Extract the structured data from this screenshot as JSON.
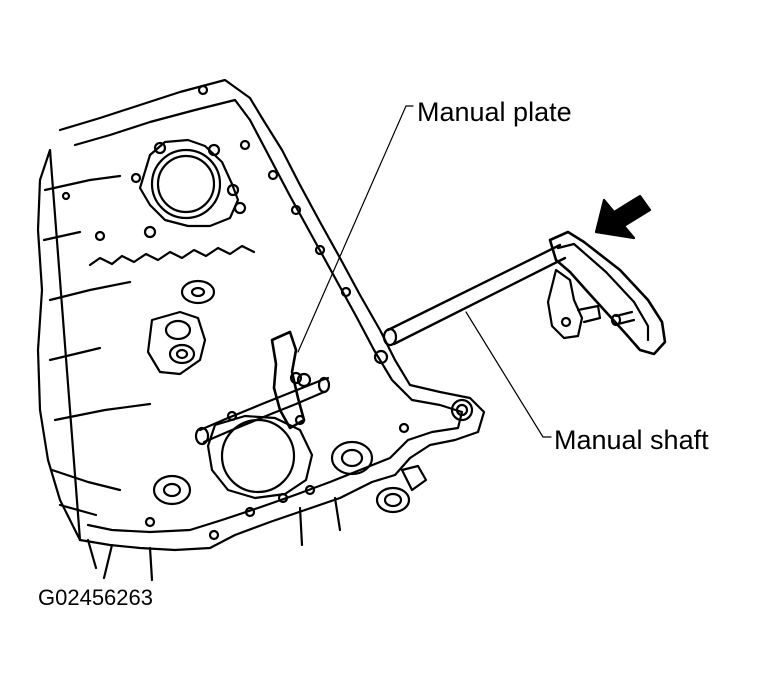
{
  "labels": {
    "manual_plate": "Manual plate",
    "manual_shaft": "Manual shaft"
  },
  "figure_id": "G02456263",
  "colors": {
    "line": "#000000",
    "background": "#ffffff"
  }
}
